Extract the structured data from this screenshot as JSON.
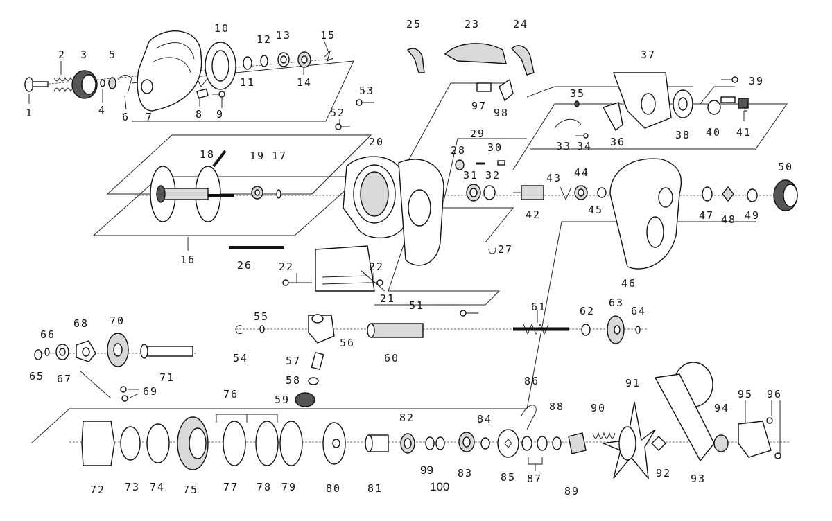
{
  "labels": {
    "p1": "1",
    "p2": "2",
    "p3": "3",
    "p4": "4",
    "p5": "5",
    "p6": "6",
    "p7": "7",
    "p8": "8",
    "p9": "9",
    "p10": "10",
    "p11": "11",
    "p12": "12",
    "p13": "13",
    "p14": "14",
    "p15": "15",
    "p16": "16",
    "p17": "17",
    "p18": "18",
    "p19": "19",
    "p20": "20",
    "p21": "21",
    "p22a": "22",
    "p22b": "22",
    "p23": "23",
    "p24": "24",
    "p25": "25",
    "p26": "26",
    "p27": "27",
    "p28": "28",
    "p29": "29",
    "p30": "30",
    "p31": "31",
    "p32": "32",
    "p33": "33",
    "p34": "34",
    "p35": "35",
    "p36": "36",
    "p37": "37",
    "p38": "38",
    "p39": "39",
    "p40": "40",
    "p41": "41",
    "p42": "42",
    "p43": "43",
    "p44": "44",
    "p45": "45",
    "p46": "46",
    "p47": "47",
    "p48": "48",
    "p49": "49",
    "p50": "50",
    "p51": "51",
    "p52": "52",
    "p53": "53",
    "p54": "54",
    "p55": "55",
    "p56": "56",
    "p57": "57",
    "p58": "58",
    "p59": "59",
    "p60": "60",
    "p61": "61",
    "p62": "62",
    "p63": "63",
    "p64": "64",
    "p65": "65",
    "p66": "66",
    "p67": "67",
    "p68": "68",
    "p69": "69",
    "p70": "70",
    "p71": "71",
    "p72": "72",
    "p73": "73",
    "p74": "74",
    "p75": "75",
    "p76": "76",
    "p77": "77",
    "p78": "78",
    "p79": "79",
    "p80": "80",
    "p81": "81",
    "p82": "82",
    "p83": "83",
    "p84": "84",
    "p85": "85",
    "p86": "86",
    "p87": "87",
    "p88": "88",
    "p89": "89",
    "p90": "90",
    "p91": "91",
    "p92": "92",
    "p93": "93",
    "p94": "94",
    "p95": "95",
    "p96": "96",
    "p97": "97",
    "p98": "98",
    "p99": "99",
    "p100": "100"
  }
}
